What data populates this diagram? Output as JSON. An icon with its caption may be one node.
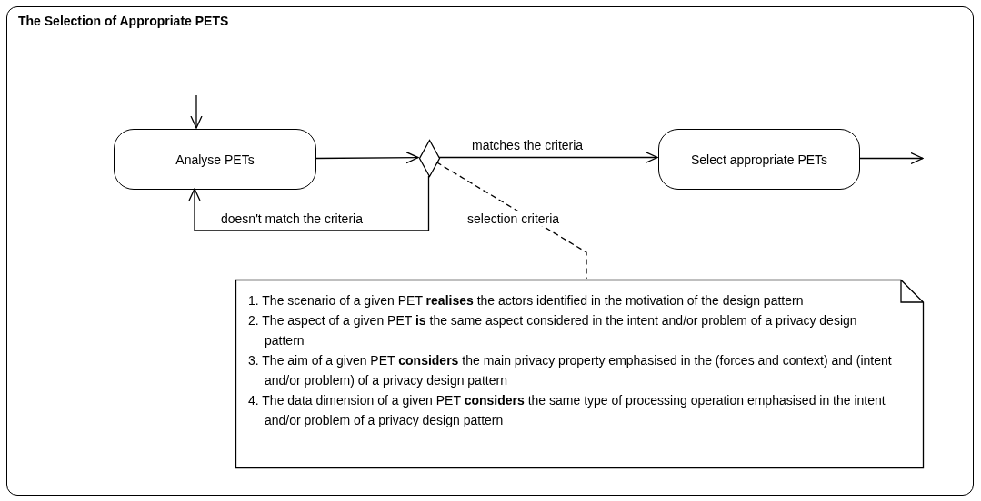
{
  "diagram": {
    "nodes": [
      {
        "text": [
          "The Selection of Appropriate PETS"
        ]
      },
      {
        "text": [
          "Analyse PETs"
        ],
        "in": 0
      },
      {
        "text": [],
        "shape": "diamond",
        "in": 0
      },
      {
        "text": [
          "Select appropriate PETs"
        ],
        "in": 0
      },
      {
        "text": [
          "1. The scenario of a given PET **realises** the actors identified in the motivation of the design pattern",
          "2. The aspect of a given PET **is** the same aspect considered in the intent and/or problem of a privacy design pattern",
          "3. The aim of a given PET **considers** the main privacy property emphasised in the (forces and context) and (intent and/or problem) of a privacy design pattern",
          "4. The data dimension of a given PET **considers** the same type of processing operation emphasised in the intent and/or problem of a privacy design pattern"
        ],
        "in": 0
      }
    ],
    "edges": [
      {
        "from": null,
        "to": 1,
        "arrow": "to"
      },
      {
        "from": 1,
        "to": 2,
        "arrow": "to"
      },
      {
        "from": 2,
        "to": 3,
        "arrow": "to",
        "label": "matches the criteria"
      },
      {
        "from": 2,
        "to": 1,
        "arrow": "to",
        "label": "doesn't match the criteria"
      },
      {
        "from": 3,
        "to": null,
        "arrow": "to"
      },
      {
        "from": 2,
        "to": 4,
        "arrow": "none",
        "label": "selection criteria",
        "style": "dashed"
      }
    ]
  }
}
